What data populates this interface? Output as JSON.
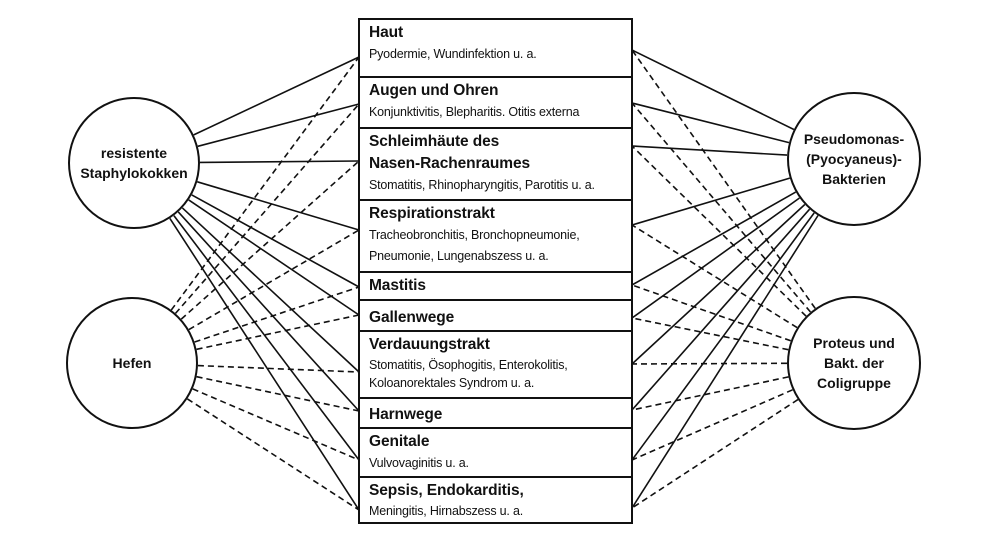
{
  "nodes": {
    "staph": "resistente\nStaphylokokken",
    "hefen": "Hefen",
    "pseudomonas": "Pseudomonas-\n(Pyocyaneus)-\nBakterien",
    "proteus": "Proteus und\nBakt. der\nColigruppe"
  },
  "sites": [
    {
      "title": "Haut",
      "detail": "Pyodermie, Wundinfektion u. a."
    },
    {
      "title": "Augen und Ohren",
      "detail": "Konjunktivitis, Blepharitis. Otitis externa"
    },
    {
      "title": "Schleimhäute des\nNasen-Rachenraumes",
      "detail": "Stomatitis, Rhinopharyngitis, Parotitis u. a."
    },
    {
      "title": "Respirationstrakt",
      "detail": "Tracheobronchitis, Bronchopneumonie,\nPneumonie, Lungenabszess u. a."
    },
    {
      "title": "Mastitis",
      "detail": ""
    },
    {
      "title": "Gallenwege",
      "detail": ""
    },
    {
      "title": "Verdauungstrakt",
      "detail": "Stomatitis, Ösophogitis, Enterokolitis,\nKoloanorektales Syndrom u. a."
    },
    {
      "title": "Harnwege",
      "detail": ""
    },
    {
      "title": "Genitale",
      "detail": "Vulvovaginitis u. a."
    },
    {
      "title": "Sepsis, Endokarditis,",
      "detail": "Meningitis, Hirnabszess u. a."
    }
  ],
  "links": {
    "staph_solid": [
      0,
      1,
      2,
      3,
      4,
      5,
      6,
      7,
      8,
      9
    ],
    "hefen_dashed": [
      0,
      1,
      2,
      3,
      4,
      5,
      6,
      7,
      8,
      9
    ],
    "pseudomonas_solid": [
      0,
      1,
      2,
      3,
      4,
      5,
      6,
      7,
      8,
      9
    ],
    "proteus_dashed": [
      0,
      1,
      2,
      3,
      4,
      5,
      6,
      7,
      8,
      9
    ]
  }
}
